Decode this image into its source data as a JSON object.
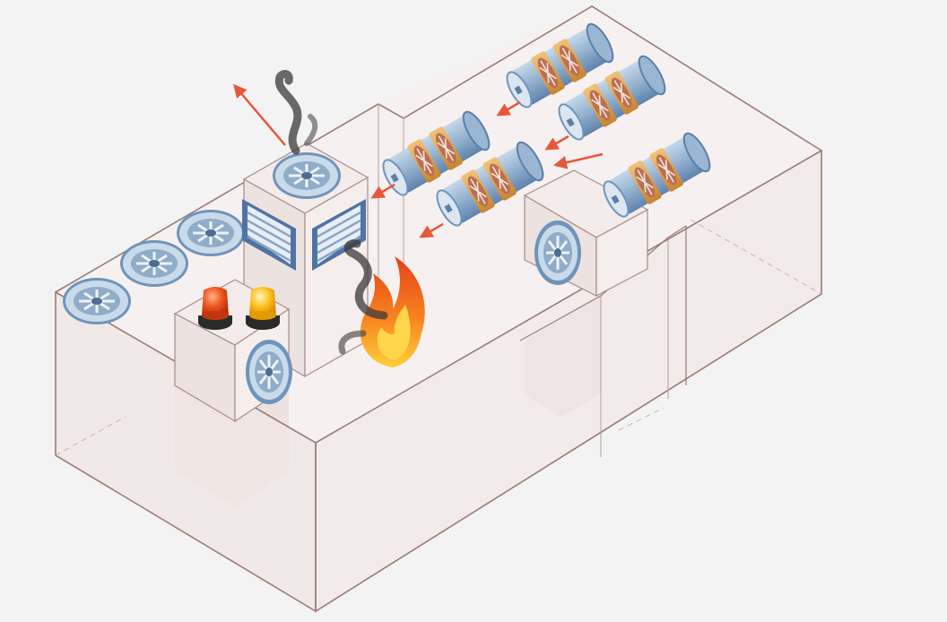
{
  "colors": {
    "background": "#f4f3f3",
    "wall_stroke": "#9a7b78",
    "wall_fill": "#efe6e4",
    "wall_shadow": "#e6d8d5",
    "fan_ring": "#b9cfe2",
    "fan_rim": "#6f94bb",
    "fan_blade": "#9fb6cc",
    "jet_body": "#7f9fc0",
    "jet_band": "#d99a4a",
    "jet_rotor": "#b97052",
    "louver_frame": "#4f73a4",
    "louver_slat": "#dfe7f1",
    "arrow": "#e8563c",
    "smoke": "#3a3a3a",
    "flame_outer": "#f05a1f",
    "flame_inner": "#ffb32a",
    "beacon_red": "#e84a18",
    "beacon_yellow": "#ffb81a",
    "beacon_base": "#2a2a2a"
  },
  "components": {
    "roof_fans": 4,
    "wall_fans": 2,
    "jet_fans": 5,
    "louvers": 2,
    "beacons": [
      "red-beacon",
      "yellow-beacon"
    ],
    "flow_arrows": 6,
    "icons": [
      "axial-fan-icon",
      "jet-fan-icon",
      "louver-icon",
      "flame-icon",
      "smoke-icon",
      "beacon-icon",
      "arrow-icon"
    ]
  }
}
